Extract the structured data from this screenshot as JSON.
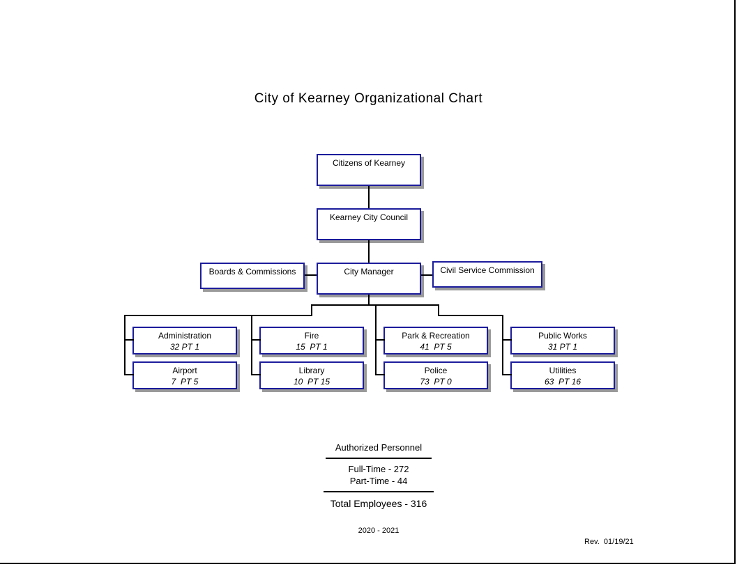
{
  "page": {
    "title": "City of Kearney Organizational Chart",
    "revision": "Rev.  01/19/21"
  },
  "colors": {
    "box_border": "#1c1c9c",
    "box_shadow": "#9a9a9a",
    "line": "#000000"
  },
  "org": {
    "citizens": {
      "label": "Citizens of Kearney"
    },
    "council": {
      "label": "Kearney City Council"
    },
    "boards": {
      "label": "Boards & Commissions"
    },
    "city_manager": {
      "label": "City Manager"
    },
    "civil_service": {
      "label": "Civil Service Commission"
    }
  },
  "departments": [
    {
      "name": "Administration",
      "staff": "32 PT 1"
    },
    {
      "name": "Airport",
      "staff": "7  PT 5"
    },
    {
      "name": "Fire",
      "staff": "15  PT 1"
    },
    {
      "name": "Library",
      "staff": "10  PT 15"
    },
    {
      "name": "Park & Recreation",
      "staff": "41  PT 5"
    },
    {
      "name": "Police",
      "staff": "73  PT 0"
    },
    {
      "name": "Public Works",
      "staff": "31 PT 1"
    },
    {
      "name": "Utilities",
      "staff": "63  PT 16"
    }
  ],
  "summary": {
    "heading": "Authorized Personnel",
    "full_time": "Full-Time - 272",
    "part_time": "Part-Time - 44",
    "total": "Total Employees - 316",
    "period": "2020 - 2021"
  }
}
